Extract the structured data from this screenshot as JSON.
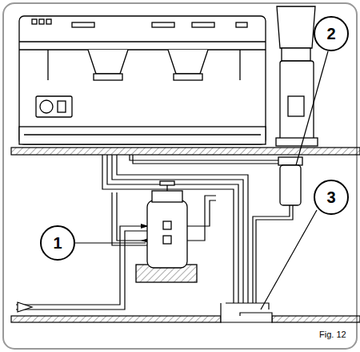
{
  "diagram": {
    "nodes": [
      {
        "text": [
          "1"
        ]
      },
      {
        "text": [
          "2"
        ]
      },
      {
        "text": [
          "3"
        ]
      }
    ],
    "labels": [
      "Fig. 12"
    ]
  }
}
